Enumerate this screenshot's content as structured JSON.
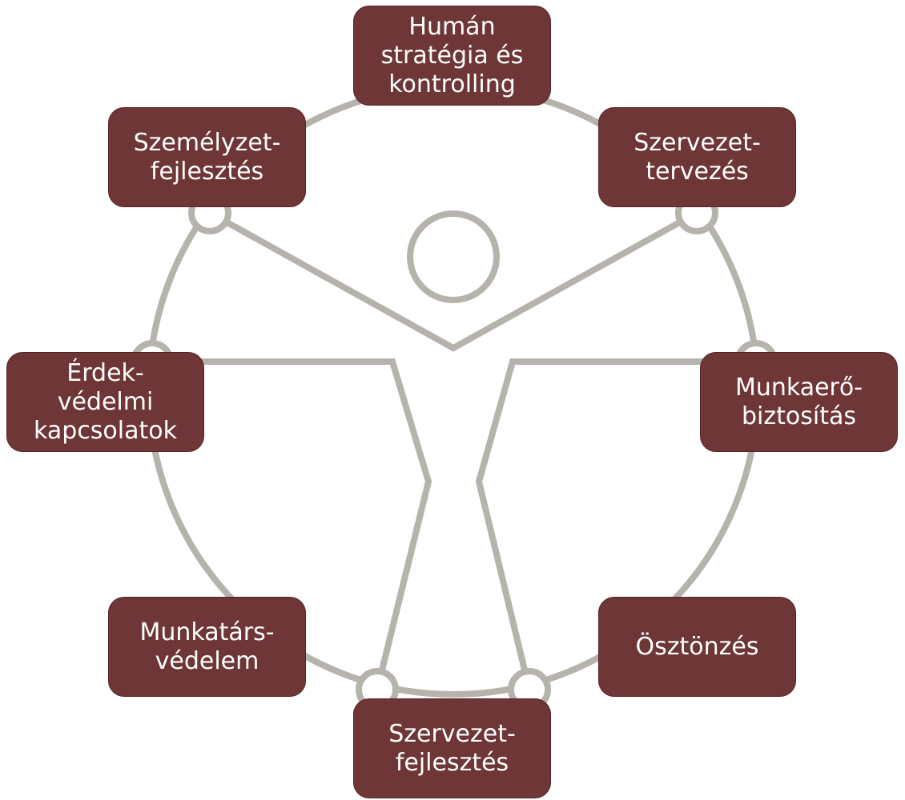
{
  "colors": {
    "node_fill": "#6e3636",
    "node_text": "#ffffff",
    "line": "#b5b3ab"
  },
  "nodes": [
    {
      "id": "human-strategy",
      "label": "Humán\nstratégia és\nkontrolling"
    },
    {
      "id": "org-planning",
      "label": "Szervezet-\ntervezés"
    },
    {
      "id": "workforce",
      "label": "Munkaerő-\nbiztosítás"
    },
    {
      "id": "incentives",
      "label": "Ösztönzés"
    },
    {
      "id": "org-development",
      "label": "Szervezet-\nfejlesztés"
    },
    {
      "id": "employee-protection",
      "label": "Munkatárs-\nvédelem"
    },
    {
      "id": "interest-relations",
      "label": "Érdek-\nvédelmi\nkapcsolatok"
    },
    {
      "id": "staff-development",
      "label": "Személyzet-\nfejlesztés"
    }
  ]
}
